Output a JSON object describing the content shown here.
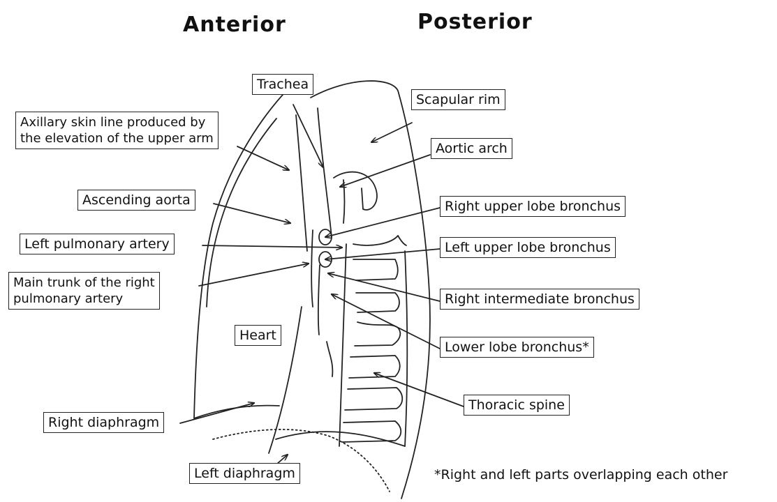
{
  "headings": {
    "anterior": "Anterior",
    "posterior": "Posterior"
  },
  "labels": {
    "trachea": "Trachea",
    "scapular_rim": "Scapular rim",
    "axillary_line_1": "Axillary skin line produced by",
    "axillary_line_2": "the elevation of the upper arm",
    "aortic_arch": "Aortic arch",
    "ascending_aorta": "Ascending aorta",
    "right_upper_lobe_bronchus": "Right upper lobe bronchus",
    "left_pulmonary_artery": "Left pulmonary artery",
    "left_upper_lobe_bronchus": "Left upper lobe bronchus",
    "main_trunk_line_1": "Main trunk of the right",
    "main_trunk_line_2": "pulmonary artery",
    "right_intermediate_bronchus": "Right intermediate bronchus",
    "heart": "Heart",
    "lower_lobe_bronchus": "Lower lobe bronchus*",
    "thoracic_spine": "Thoracic spine",
    "right_diaphragm": "Right diaphragm",
    "left_diaphragm": "Left diaphragm"
  },
  "footnote": "*Right and left parts overlapping each other",
  "colors": {
    "line": "#222222",
    "background": "#ffffff"
  }
}
